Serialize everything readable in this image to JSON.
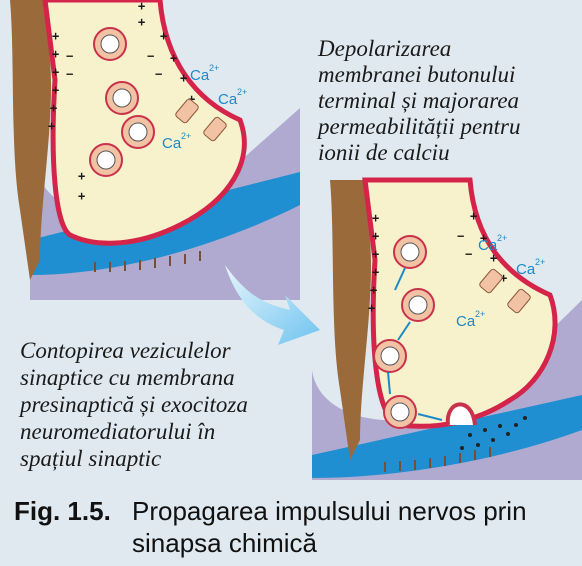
{
  "annotations": {
    "depolarization": [
      "Depolarizarea",
      "membranei butonului",
      "terminal și majorarea",
      "permeabilității pentru",
      "ionii de calciu"
    ],
    "fusion": [
      "Contopirea veziculelor",
      "sinaptice cu membrana",
      "presinaptică și exocitoza",
      "neuromediatorului în",
      "spațiul sinaptic"
    ]
  },
  "ion_label": "Ca",
  "ion_charge": "2+",
  "figure": {
    "number": "Fig. 1.5.",
    "title_line1": "Propagarea impulsului nervos prin",
    "title_line2": "sinapsa chimică"
  },
  "colors": {
    "background": "#dfe9ef",
    "cytoplasm": "#f7f1cc",
    "membrane": "#d5244a",
    "myelin": "#9a6a3b",
    "postsynaptic": "#b0aad0",
    "extracellular": "#1f8fd1",
    "calcium": "#1e88c8",
    "arrow": "#8ccff0"
  },
  "icons": [
    "vesicle-icon",
    "calcium-channel-icon",
    "transition-arrow-icon"
  ]
}
